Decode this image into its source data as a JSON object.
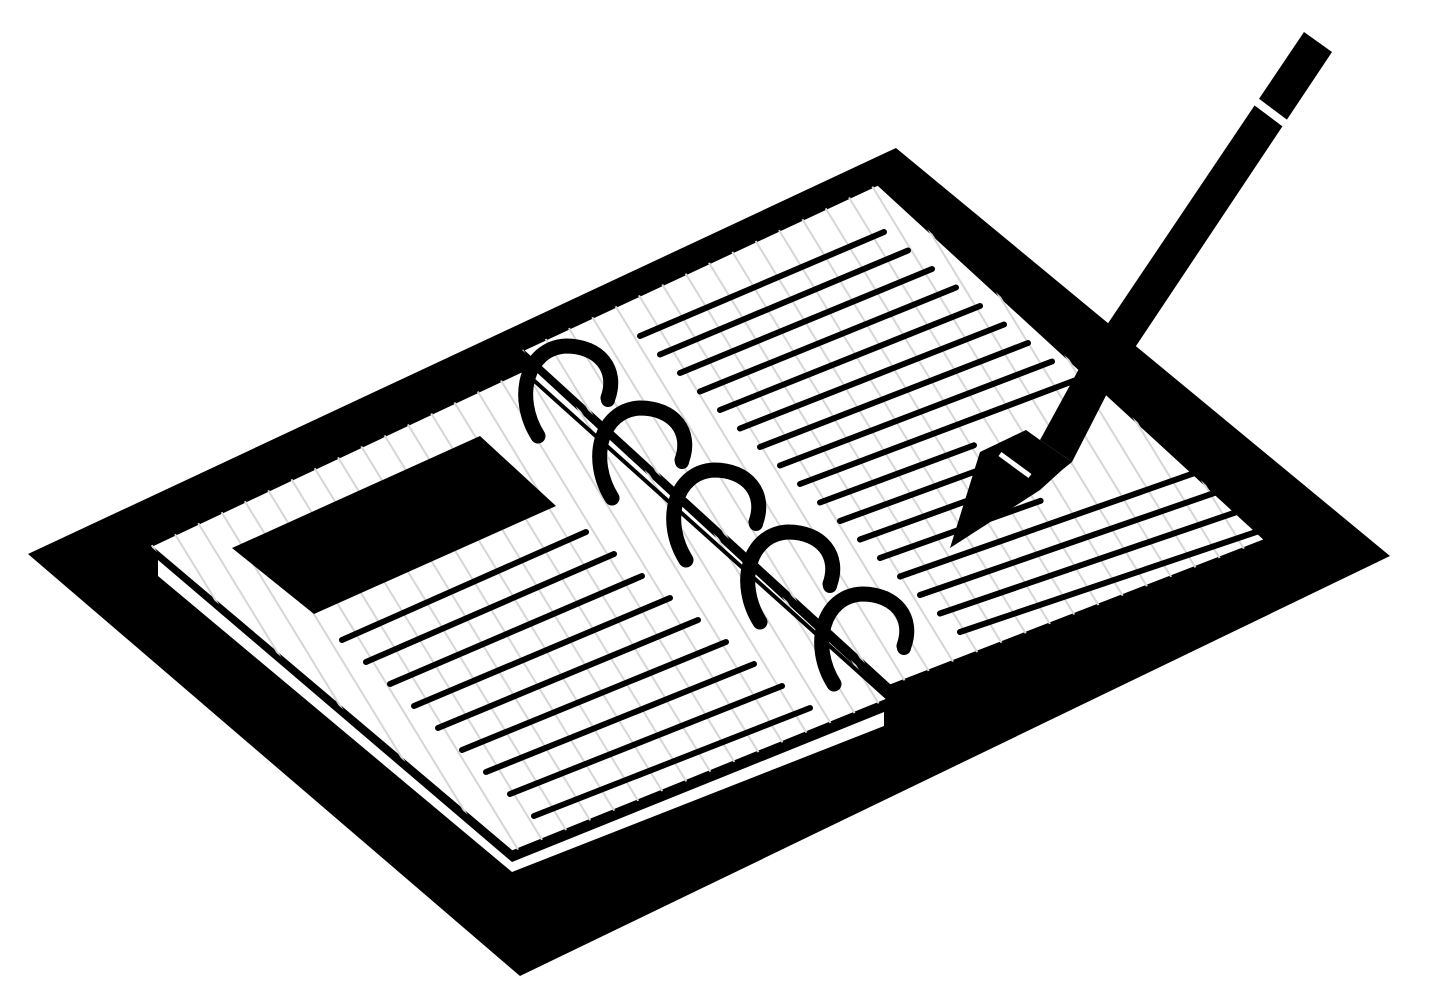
{
  "illustration": {
    "icon": "spiral-notebook-with-pen-icon",
    "colors": {
      "background": "#FFFFFF",
      "ink": "#000000",
      "paper": "#FFFFFF",
      "hatch": "#D6D6D6"
    },
    "parts": {
      "left_page_text_lines": 9,
      "right_page_text_lines": 17,
      "spiral_rings": 5
    }
  }
}
